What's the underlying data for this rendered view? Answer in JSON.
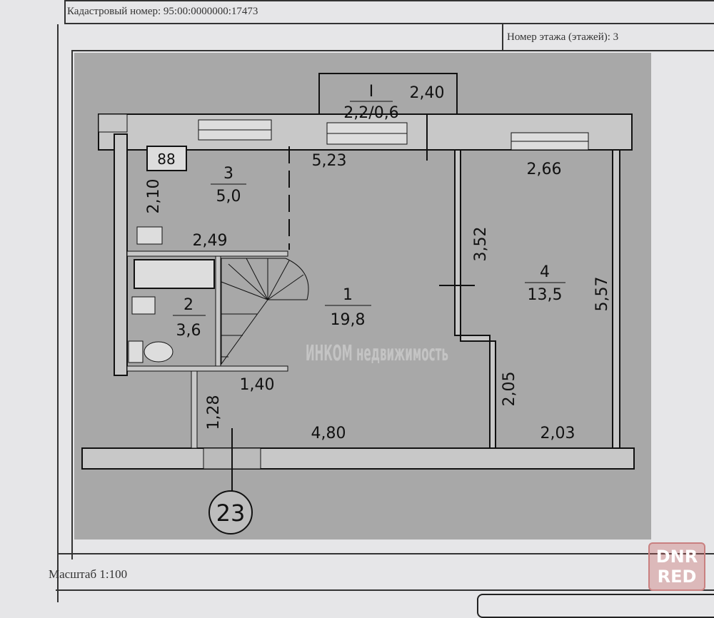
{
  "header": {
    "cadastral": "Кадастровый номер: 95:00:0000000:17473",
    "floor": "Номер этажа (этажей): 3"
  },
  "footer": {
    "scale": "Масштаб 1:100"
  },
  "watermark": {
    "logo": "DNR RED",
    "center": "ИНКОМ недвижимость"
  },
  "plan": {
    "balcony": {
      "num": "I",
      "area": "2,2/0,6",
      "dim": "2,40"
    },
    "rooms": [
      {
        "num": "1",
        "area": "19,8"
      },
      {
        "num": "2",
        "area": "3,6"
      },
      {
        "num": "3",
        "area": "5,0"
      },
      {
        "num": "4",
        "area": "13,5"
      }
    ],
    "dims": [
      "5,23",
      "2,66",
      "2,10",
      "2,49",
      "3,52",
      "5,57",
      "1,40",
      "1,28",
      "2,05",
      "4,80",
      "2,03"
    ],
    "stove": "88",
    "apartment_no": "23"
  }
}
